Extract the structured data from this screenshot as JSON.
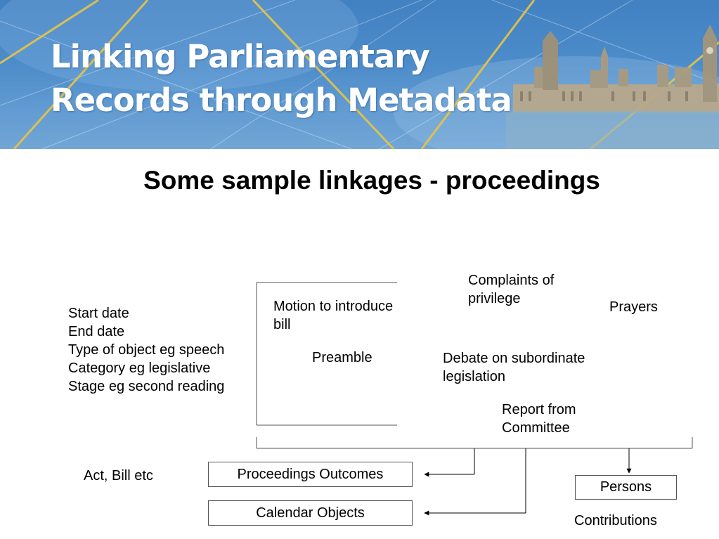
{
  "banner": {
    "title_line1": "Linking Parliamentary",
    "title_line2": "Records through Metadata"
  },
  "slide": {
    "title": "Some sample linkages - proceedings"
  },
  "attributes": [
    "Start date",
    "End date",
    "Type of object eg speech",
    "Category eg legislative",
    "Stage eg second reading"
  ],
  "proceedings": {
    "motion": [
      "Motion to introduce",
      "bill"
    ],
    "preamble": "Preamble",
    "complaints": [
      "Complaints of",
      "privilege"
    ],
    "prayers": "Prayers",
    "debate": [
      "Debate on subordinate",
      "legislation"
    ],
    "report": [
      "Report from",
      "Committee"
    ]
  },
  "targets": {
    "act_bill": "Act, Bill etc",
    "proceedings_outcomes": "Proceedings Outcomes",
    "calendar_objects": "Calendar Objects",
    "persons": "Persons",
    "contributions": "Contributions"
  },
  "colors": {
    "banner_blue": "#4f8fcc",
    "banner_accent": "#e8c544",
    "line": "#555555"
  }
}
